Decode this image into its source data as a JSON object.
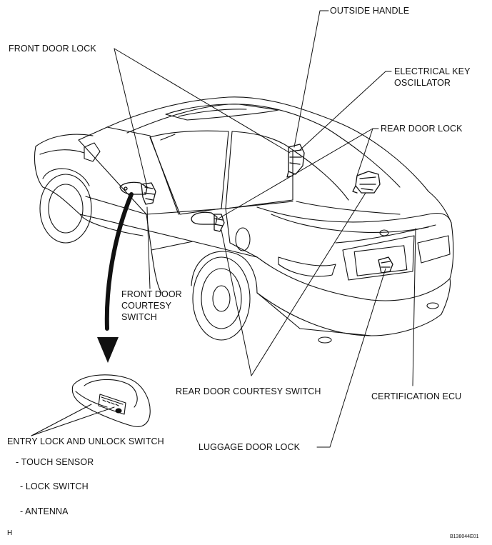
{
  "labels": {
    "outside_handle": "OUTSIDE HANDLE",
    "front_door_lock": "FRONT DOOR LOCK",
    "electrical_key_oscillator_line1": "ELECTRICAL KEY",
    "electrical_key_oscillator_line2": "OSCILLATOR",
    "rear_door_lock": "REAR DOOR LOCK",
    "front_door_courtesy_switch_line1": "FRONT DOOR",
    "front_door_courtesy_switch_line2": "COURTESY",
    "front_door_courtesy_switch_line3": "SWITCH",
    "rear_door_courtesy_switch": "REAR DOOR COURTESY SWITCH",
    "certification_ecu": "CERTIFICATION ECU",
    "entry_lock_unlock_switch": "ENTRY LOCK AND UNLOCK SWITCH",
    "luggage_door_lock": "LUGGAGE DOOR LOCK",
    "touch_sensor": "- TOUCH SENSOR",
    "lock_switch": "- LOCK SWITCH",
    "antenna": "- ANTENNA"
  },
  "corner_marks": {
    "left": "H",
    "right": "B138044E01"
  },
  "colors": {
    "ink": "#111111",
    "background": "#ffffff"
  }
}
